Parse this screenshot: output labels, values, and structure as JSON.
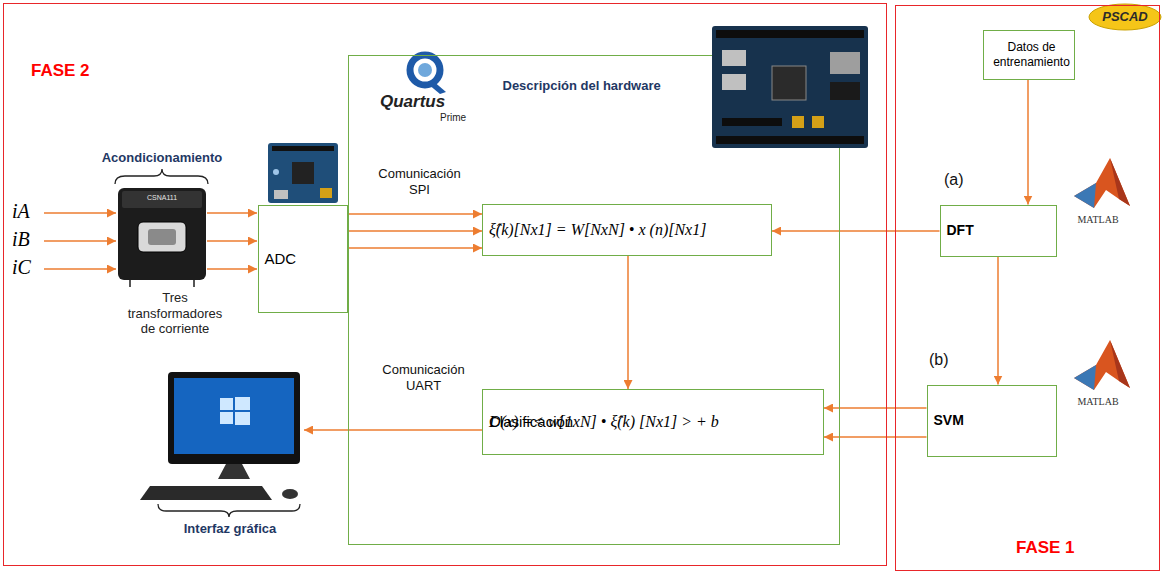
{
  "diagram": {
    "nodes": [
      {
        "text": [
          "FASE 2"
        ]
      },
      {
        "text": [
          "ADC"
        ],
        "in": 0
      },
      {
        "text": [
          "Descripción del hardware"
        ],
        "in": 0
      },
      {
        "text": [
          "ξ̂(k)[Nx1] = W[NxN] • x (n)[Nx1]"
        ],
        "in": 2
      },
      {
        "text": [
          "Clasificación",
          "D(x) =< w[1xN] • ξ̂(k) [Nx1] > + b"
        ],
        "in": 2
      },
      {
        "text": [
          "FASE 1"
        ]
      },
      {
        "text": [
          "Datos de entrenamiento"
        ],
        "in": 5
      },
      {
        "text": [
          "DFT"
        ],
        "in": 5
      },
      {
        "text": [
          "SVM"
        ],
        "in": 5
      }
    ],
    "edges": [
      {
        "from": 1,
        "to": 3,
        "arrow": "to"
      },
      {
        "from": 1,
        "to": 3,
        "arrow": "to"
      },
      {
        "from": 1,
        "to": 3,
        "arrow": "to"
      },
      {
        "from": 7,
        "to": 3,
        "arrow": "to"
      },
      {
        "from": 6,
        "to": 7,
        "arrow": "to"
      },
      {
        "from": 7,
        "to": 8,
        "arrow": "to"
      },
      {
        "from": 8,
        "to": 4,
        "arrow": "to"
      },
      {
        "from": 8,
        "to": 4,
        "arrow": "to"
      },
      {
        "from": 3,
        "to": 4,
        "arrow": "to"
      }
    ],
    "labels": [
      "iA",
      "iB",
      "iC",
      "Acondicionamiento",
      "CSNA111",
      "Tres transformadores de corriente",
      "Quartus",
      "Prime",
      "Comunicación SPI",
      "Comunicación UART",
      "Interfaz gráfica",
      "PSCAD",
      "(a)",
      "MATLAB",
      "(b)",
      "MATLAB"
    ]
  }
}
